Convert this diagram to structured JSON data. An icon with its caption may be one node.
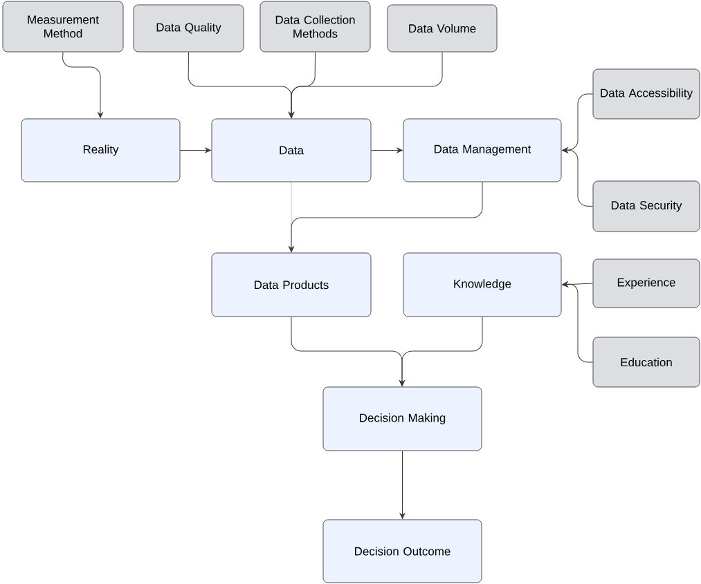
{
  "diagram": {
    "nodes": [
      {
        "text": [
          "Measurement Method"
        ]
      },
      {
        "text": [
          "Data Quality"
        ]
      },
      {
        "text": [
          "Data Collection Methods"
        ]
      },
      {
        "text": [
          "Data Volume"
        ]
      },
      {
        "text": [
          "Data Accessibility"
        ]
      },
      {
        "text": [
          "Reality"
        ]
      },
      {
        "text": [
          "Data"
        ]
      },
      {
        "text": [
          "Data Management"
        ]
      },
      {
        "text": [
          "Data Security"
        ]
      },
      {
        "text": [
          "Data Products"
        ]
      },
      {
        "text": [
          "Knowledge"
        ]
      },
      {
        "text": [
          "Experience"
        ]
      },
      {
        "text": [
          "Education"
        ]
      },
      {
        "text": [
          "Decision Making"
        ]
      },
      {
        "text": [
          "Decision Outcome"
        ]
      }
    ],
    "edges": [
      {
        "from": 0,
        "to": 5,
        "arrow": "to"
      },
      {
        "from": 1,
        "to": 6,
        "arrow": "to"
      },
      {
        "from": 2,
        "to": 6,
        "arrow": "to"
      },
      {
        "from": 3,
        "to": 6,
        "arrow": "to"
      },
      {
        "from": 5,
        "to": 6,
        "arrow": "to"
      },
      {
        "from": 6,
        "to": 7,
        "arrow": "to"
      },
      {
        "from": 4,
        "to": 7,
        "arrow": "to"
      },
      {
        "from": 8,
        "to": 7,
        "arrow": "to"
      },
      {
        "from": 6,
        "to": 9,
        "arrow": "to",
        "color": "#a0a0a0"
      },
      {
        "from": 7,
        "to": 9,
        "arrow": "to"
      },
      {
        "from": 11,
        "to": 10,
        "arrow": "to"
      },
      {
        "from": 12,
        "to": 10,
        "arrow": "to"
      },
      {
        "from": 9,
        "to": 13,
        "arrow": "to"
      },
      {
        "from": 10,
        "to": 13,
        "arrow": "to"
      },
      {
        "from": 13,
        "to": 14,
        "arrow": "to"
      }
    ]
  }
}
